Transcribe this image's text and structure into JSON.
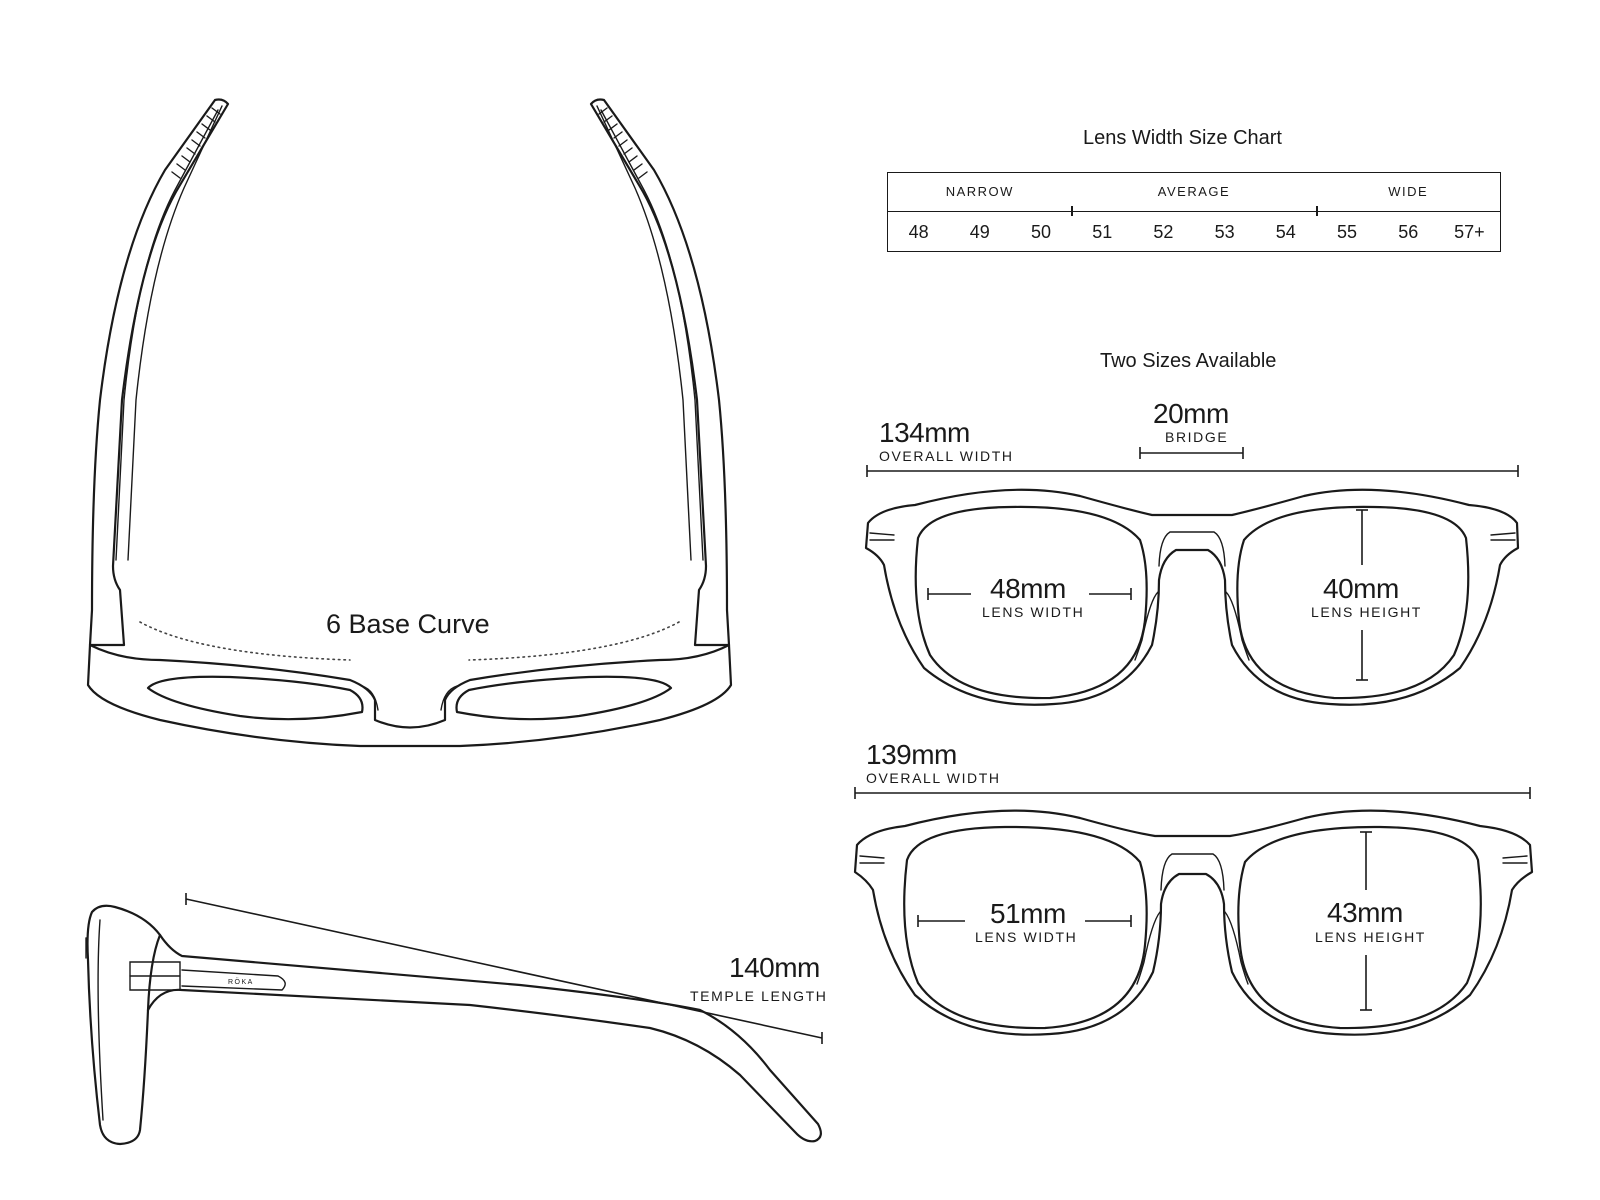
{
  "top_view": {
    "base_curve_label": "6 Base Curve"
  },
  "side_view": {
    "temple_value": "140mm",
    "temple_caption": "TEMPLE LENGTH",
    "logo_text": "RÖKA"
  },
  "size_chart": {
    "title": "Lens Width Size Chart",
    "categories": [
      {
        "label": "NARROW",
        "span": 3
      },
      {
        "label": "AVERAGE",
        "span": 4
      },
      {
        "label": "WIDE",
        "span": 3
      }
    ],
    "widths": [
      "48",
      "49",
      "50",
      "51",
      "52",
      "53",
      "54",
      "55",
      "56",
      "57+"
    ]
  },
  "sizes": {
    "title": "Two Sizes Available",
    "small": {
      "overall_value": "134mm",
      "overall_caption": "OVERALL WIDTH",
      "bridge_value": "20mm",
      "bridge_caption": "BRIDGE",
      "lens_width_value": "48mm",
      "lens_width_caption": "LENS WIDTH",
      "lens_height_value": "40mm",
      "lens_height_caption": "LENS HEIGHT"
    },
    "large": {
      "overall_value": "139mm",
      "overall_caption": "OVERALL WIDTH",
      "lens_width_value": "51mm",
      "lens_width_caption": "LENS WIDTH",
      "lens_height_value": "43mm",
      "lens_height_caption": "LENS HEIGHT"
    }
  }
}
